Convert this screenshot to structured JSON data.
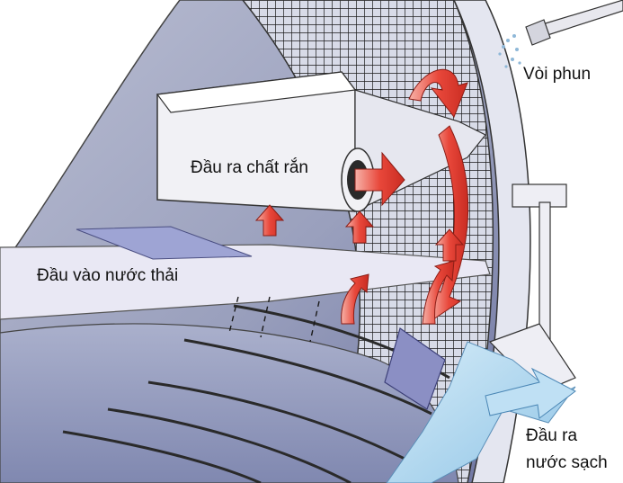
{
  "diagram": {
    "labels": {
      "spray_nozzle": "Vòi phun",
      "solids_outlet": "Đầu ra chất rắn",
      "wastewater_inlet": "Đầu vào nước thải",
      "clean_water_outlet": "Đầu ra nước sạch"
    },
    "colors": {
      "drum_shell": "#8f96b4",
      "drum_inner": "#c8cbe0",
      "mesh": "#1a1a1a",
      "flow_arrows": "#e8473a",
      "water_blue": "#a9d3ee",
      "inlet_channel": "#e3e2f2",
      "trough": "#eeeef2"
    }
  }
}
